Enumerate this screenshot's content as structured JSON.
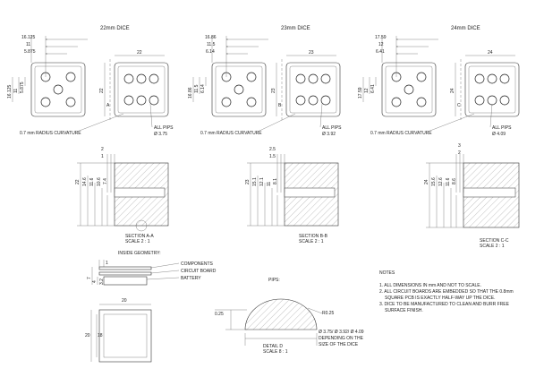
{
  "dice_views": [
    {
      "id": "22",
      "title": "22mm DICE",
      "size": "22",
      "dim_top": [
        "16.125",
        "11",
        "5.875"
      ],
      "dim_side": [
        "16.125",
        "11",
        "5.875"
      ],
      "section_letter": "A",
      "curvature": "0.7 mm RADIUS CURVATURE",
      "pips_label": "ALL PIPS",
      "pips_size": "Ø 3.75"
    },
    {
      "id": "23",
      "title": "23mm DICE",
      "size": "23",
      "dim_top": [
        "16.86",
        "11.5",
        "6.14"
      ],
      "dim_side": [
        "16.86",
        "11.5",
        "6.14"
      ],
      "section_letter": "B",
      "curvature": "0.7 mm RADIUS CURVATURE",
      "pips_label": "ALL PIPS",
      "pips_size": "Ø 3.92"
    },
    {
      "id": "24",
      "title": "24mm DICE",
      "size": "24",
      "dim_top": [
        "17.59",
        "12",
        "6.41"
      ],
      "dim_side": [
        "17.59",
        "12",
        "6.41"
      ],
      "section_letter": "C",
      "curvature": "0.7 mm RADIUS CURVATURE",
      "pips_label": "ALL PIPS",
      "pips_size": "Ø 4.09"
    }
  ],
  "sections": [
    {
      "id": "a",
      "dim_top": [
        "2",
        "1"
      ],
      "dim_side": [
        "22",
        "14.6",
        "11.6",
        "10.6",
        "7.4"
      ],
      "label": "SECTION A-A",
      "scale": "SCALE 2 : 1"
    },
    {
      "id": "b",
      "dim_top": [
        "2.5",
        "1.5"
      ],
      "dim_side": [
        "23",
        "15.1",
        "12.1",
        "11",
        "8.1"
      ],
      "label": "SECTION B-B",
      "scale": "SCALE 2 : 1"
    },
    {
      "id": "c",
      "dim_top": [
        "3",
        "2"
      ],
      "dim_side": [
        "24",
        "15.6",
        "12.6",
        "11.6",
        "8.6"
      ],
      "label": "SECTION C-C",
      "scale": "SCALE 2 : 1"
    }
  ],
  "inside_geometry": {
    "title": "INSIDE GEOMETRY:",
    "callouts": [
      "COMPONENTS",
      "CIRCUIT BOARD",
      "BATTERY"
    ],
    "dims_side": [
      "1",
      "7",
      "4",
      "3.2"
    ],
    "dim_top": "20",
    "dim_outer": "20",
    "dim_inner": "18"
  },
  "pips_detail": {
    "title": "PIPS:",
    "depth": "0.25",
    "radius": "R0.25",
    "diameters": "Ø 3.75/ Ø 3.92/ Ø 4.09",
    "note1": "DEPENDING ON THE",
    "note2": "SIZE OF THE DICE",
    "detail_label": "DETAIL D",
    "scale": "SCALE 8 : 1"
  },
  "notes": {
    "title": "NOTES",
    "lines": [
      "1. ALL DIMENSIONS IN mm AND NOT TO SCALE.",
      "2. ALL CIRCUIT BOARDS ARE EMBEDDED SO THAT THE 0.8mm",
      "SQUARE PCB IS EXACTLY HALF-WAY UP THE DICE.",
      "3. DICE TO BE MANUFACTURED TO CLEAN AND BURR FREE",
      "SURFACE FINISH."
    ]
  }
}
